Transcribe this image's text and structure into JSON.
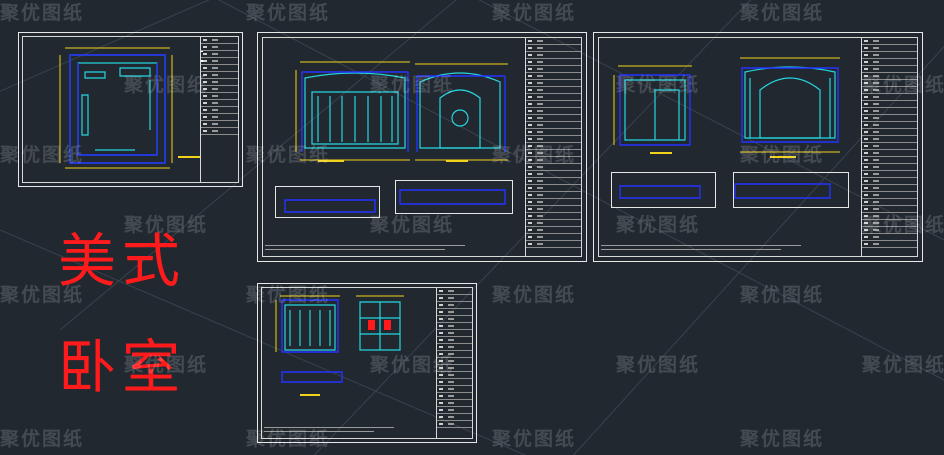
{
  "title": {
    "line1": "美式",
    "line2": "卧室"
  },
  "watermark": {
    "text": "聚优图纸"
  },
  "colors": {
    "background": "#212830",
    "title_red": "#ff1b1b",
    "cad_cyan": "#25d6e0",
    "cad_blue": "#2433ff",
    "cad_yellow": "#f1d21c",
    "sheet_border": "#e8e8e8"
  },
  "sheets": [
    {
      "name": "floor-plan-sheet"
    },
    {
      "name": "bed-wall-elevation-sheet"
    },
    {
      "name": "side-elevation-sheet"
    },
    {
      "name": "wardrobe-elevation-sheet"
    }
  ]
}
